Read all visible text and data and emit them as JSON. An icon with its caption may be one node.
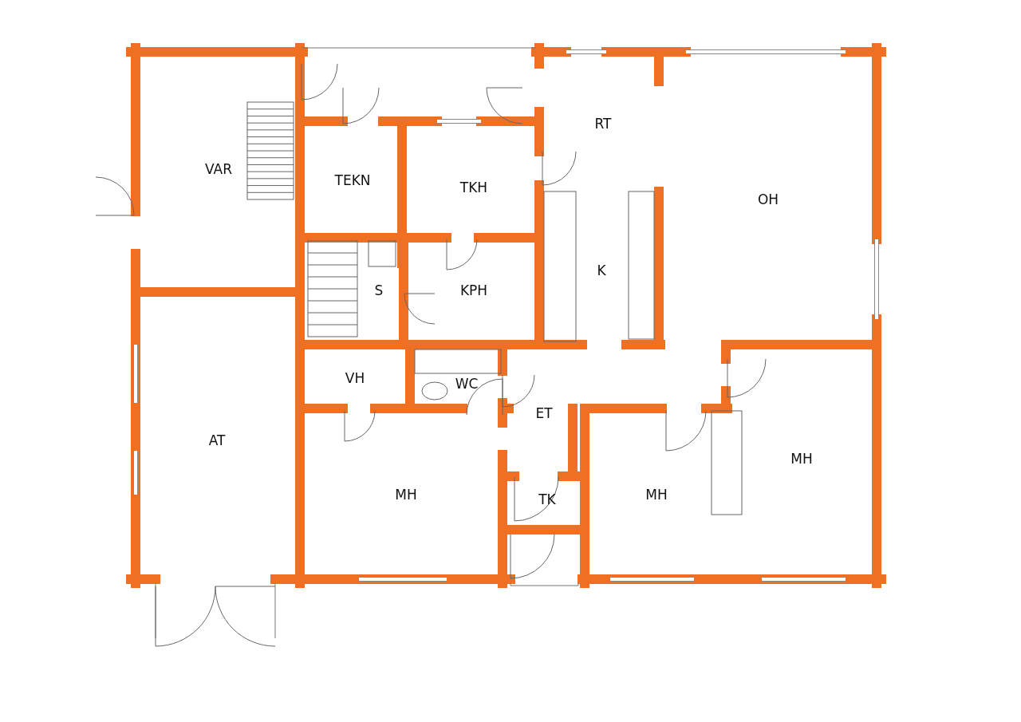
{
  "diagram": {
    "labels": [
      "RT",
      "VAR",
      "TEKN",
      "TKH",
      "OH",
      "K",
      "S",
      "KPH",
      "VH",
      "WC",
      "ET",
      "AT",
      "MH",
      "MH",
      "MH",
      "TK"
    ]
  }
}
